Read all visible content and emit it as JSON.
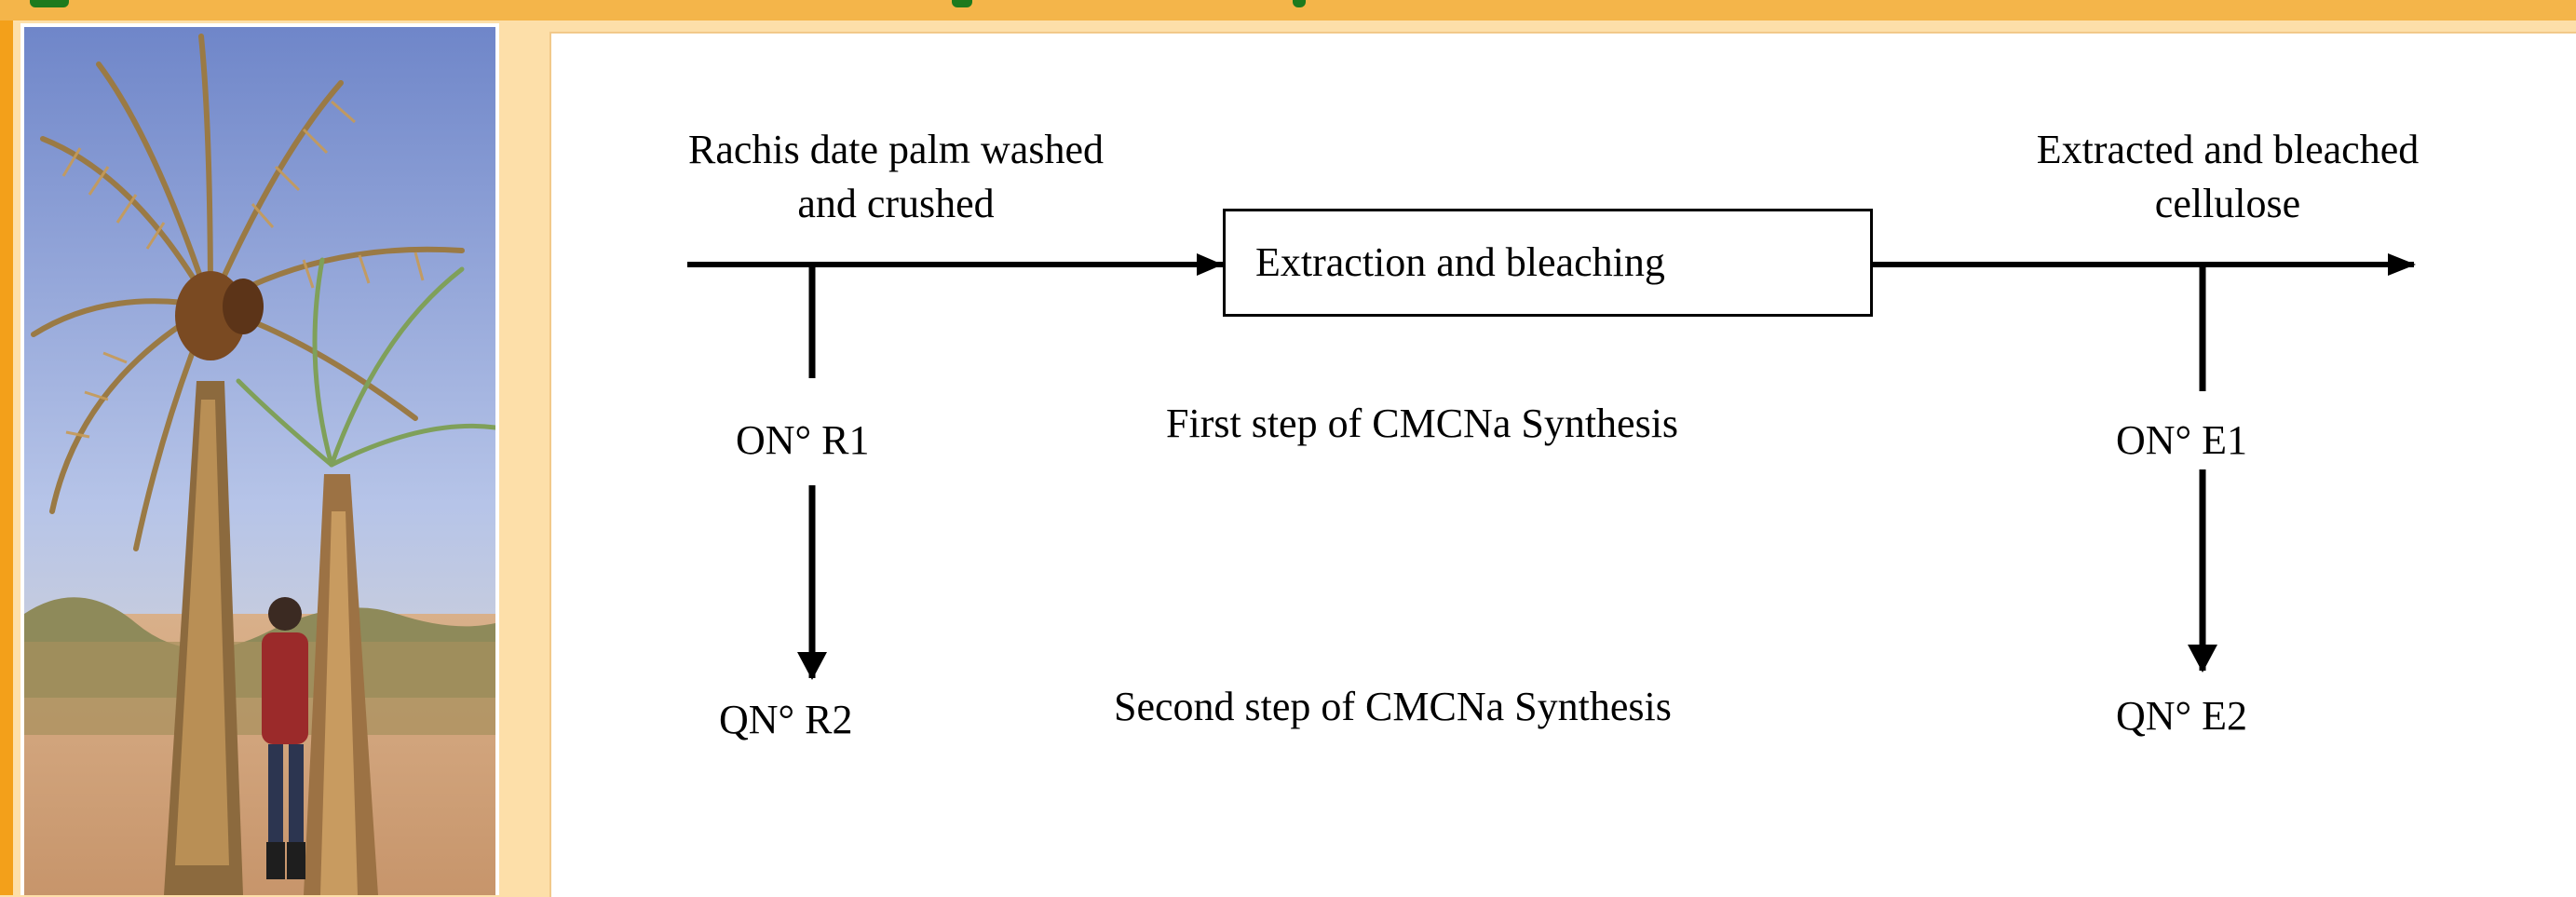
{
  "diagram": {
    "input_label": [
      "Rachis date palm washed",
      "and crushed"
    ],
    "process_box": "Extraction and bleaching",
    "output_label": [
      "Extracted and bleached",
      "cellulose"
    ],
    "step1_label": "First step of CMCNa Synthesis",
    "step2_label": "Second step of CMCNa Synthesis",
    "rachis_step1": "ON° R1",
    "rachis_step2": "QN° R2",
    "cellulose_step1": "ON° E1",
    "cellulose_step2": "QN° E2"
  },
  "colors": {
    "background": "#fddfa9",
    "accent": "#f3a01a",
    "title_green": "#1d7a1d",
    "line": "#000000"
  }
}
